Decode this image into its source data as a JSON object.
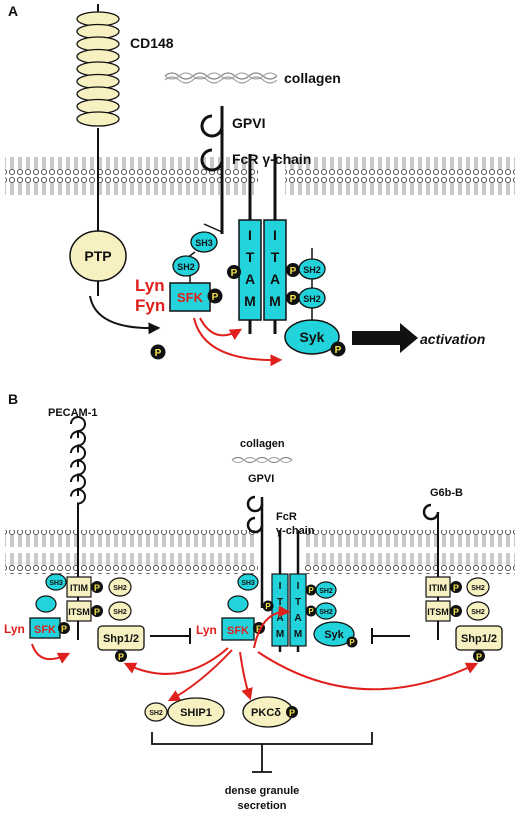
{
  "panel_a": {
    "label": "A",
    "cd148": "CD148",
    "collagen": "collagen",
    "gpvi": "GPVI",
    "fcr": "FcR γ-chain",
    "ptp": "PTP",
    "sh3": "SH3",
    "sh2": "SH2",
    "sfk": "SFK",
    "lyn": "Lyn",
    "fyn": "Fyn",
    "itam_letters": [
      "I",
      "T",
      "A",
      "M"
    ],
    "syk": "Syk",
    "p": "P",
    "activation": "activation"
  },
  "panel_b": {
    "label": "B",
    "pecam": "PECAM-1",
    "collagen": "collagen",
    "gpvi": "GPVI",
    "fcr_line1": "FcR",
    "fcr_line2": "γ-chain",
    "g6b": "G6b-B",
    "itim": "ITIM",
    "itsm": "ITSM",
    "sh2": "SH2",
    "sh3": "SH3",
    "sfk": "SFK",
    "lyn": "Lyn",
    "shp": "Shp1/2",
    "syk": "Syk",
    "itam_letters": [
      "I",
      "T",
      "A",
      "M"
    ],
    "ship1": "SHIP1",
    "pkcd": "PKCδ",
    "p": "P",
    "dense_line1": "dense granule",
    "dense_line2": "secretion"
  },
  "colors": {
    "cyan": "#22d3dc",
    "cream": "#f7f0c0",
    "black": "#111111",
    "red": "#e0201c",
    "phosphate": "#111111",
    "phosphate_text": "#f2e24a"
  }
}
